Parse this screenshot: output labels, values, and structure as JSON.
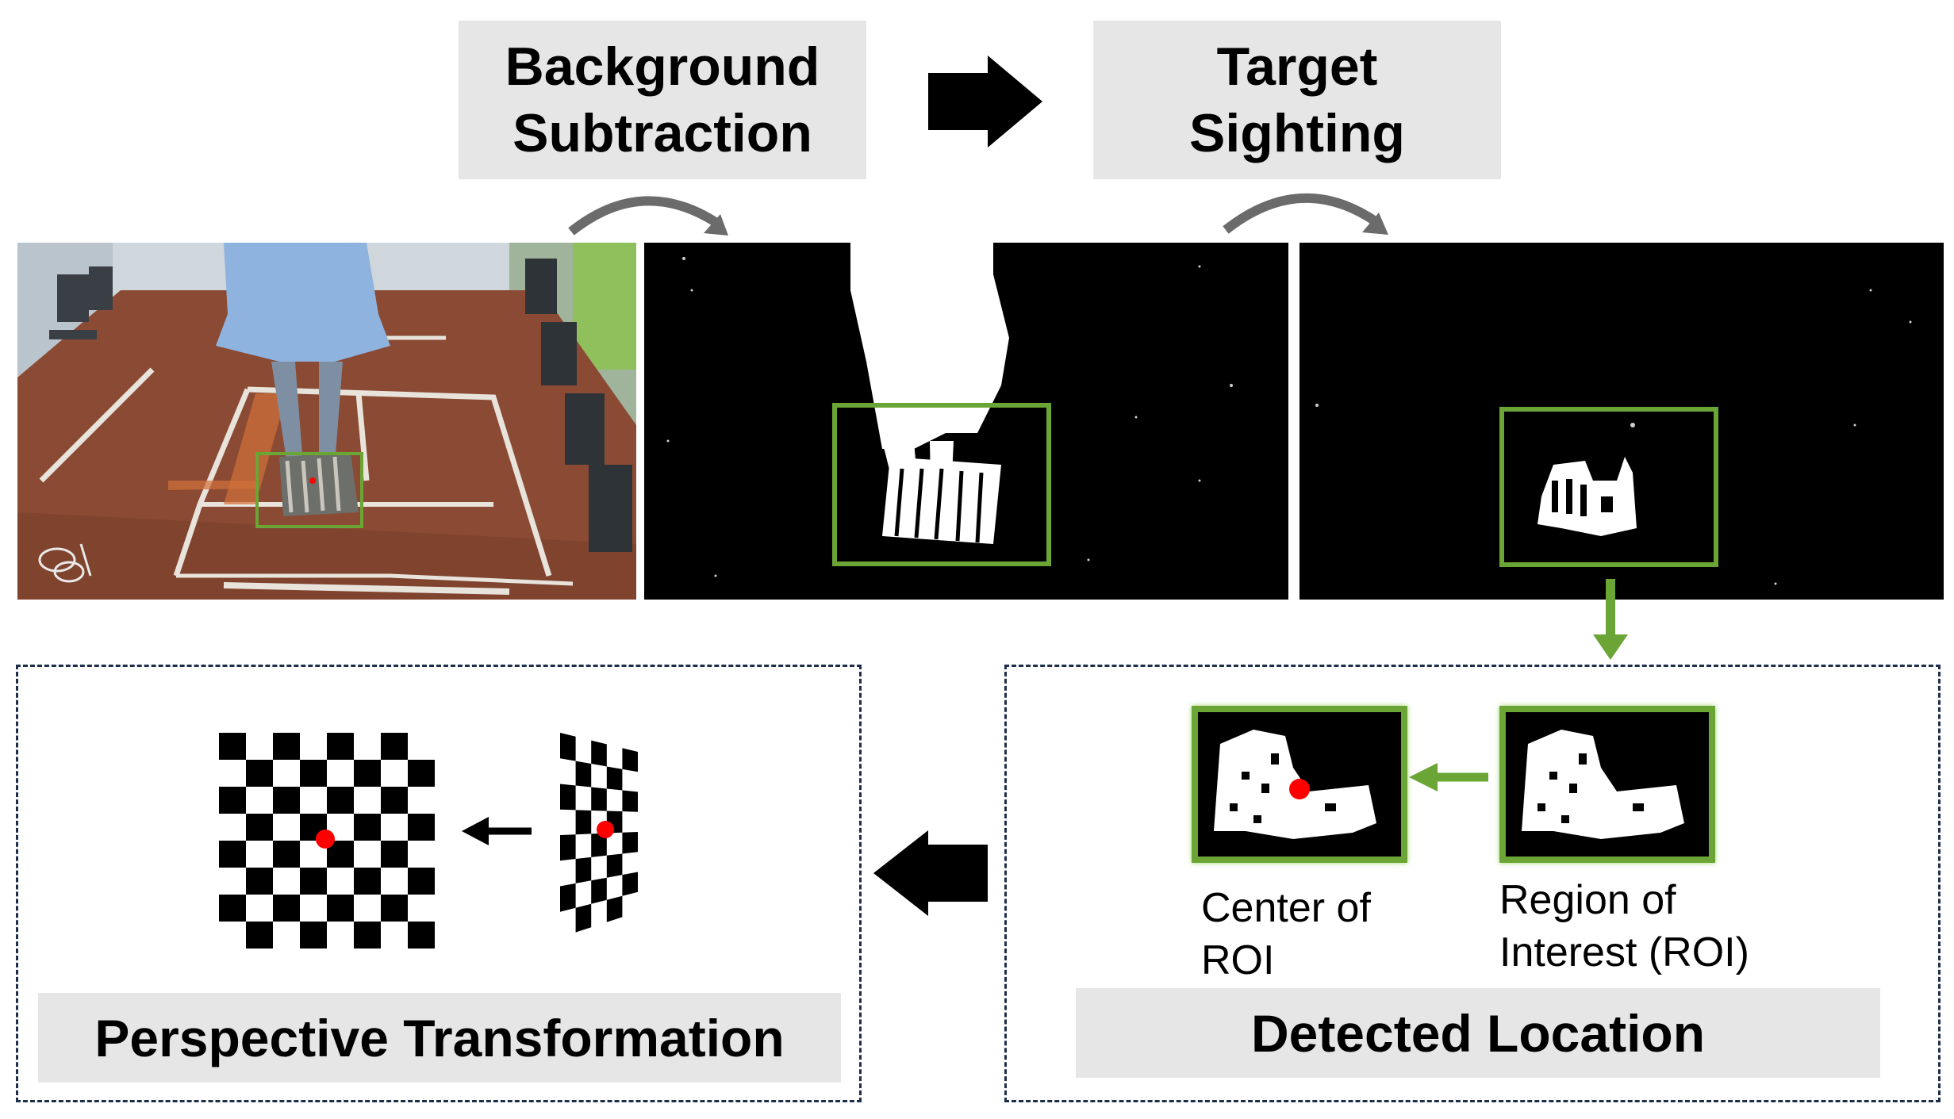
{
  "stages": {
    "background_subtraction": {
      "line1": "Background",
      "line2": "Subtraction"
    },
    "target_sighting": {
      "line1": "Target",
      "line2": "Sighting"
    }
  },
  "panels": {
    "perspective_transformation": "Perspective Transformation",
    "detected_location": "Detected Location"
  },
  "captions": {
    "center_of_roi": {
      "line1": "Center of",
      "line2": "ROI"
    },
    "region_of_interest": {
      "line1": "Region of",
      "line2": "Interest (ROI)"
    }
  },
  "colors": {
    "roi_green": "#6aa536",
    "center_red": "#ff0000",
    "label_gray": "#e6e6e6",
    "floor_brown": "#8a4a33",
    "dashed_navy": "#1c2e4a"
  }
}
